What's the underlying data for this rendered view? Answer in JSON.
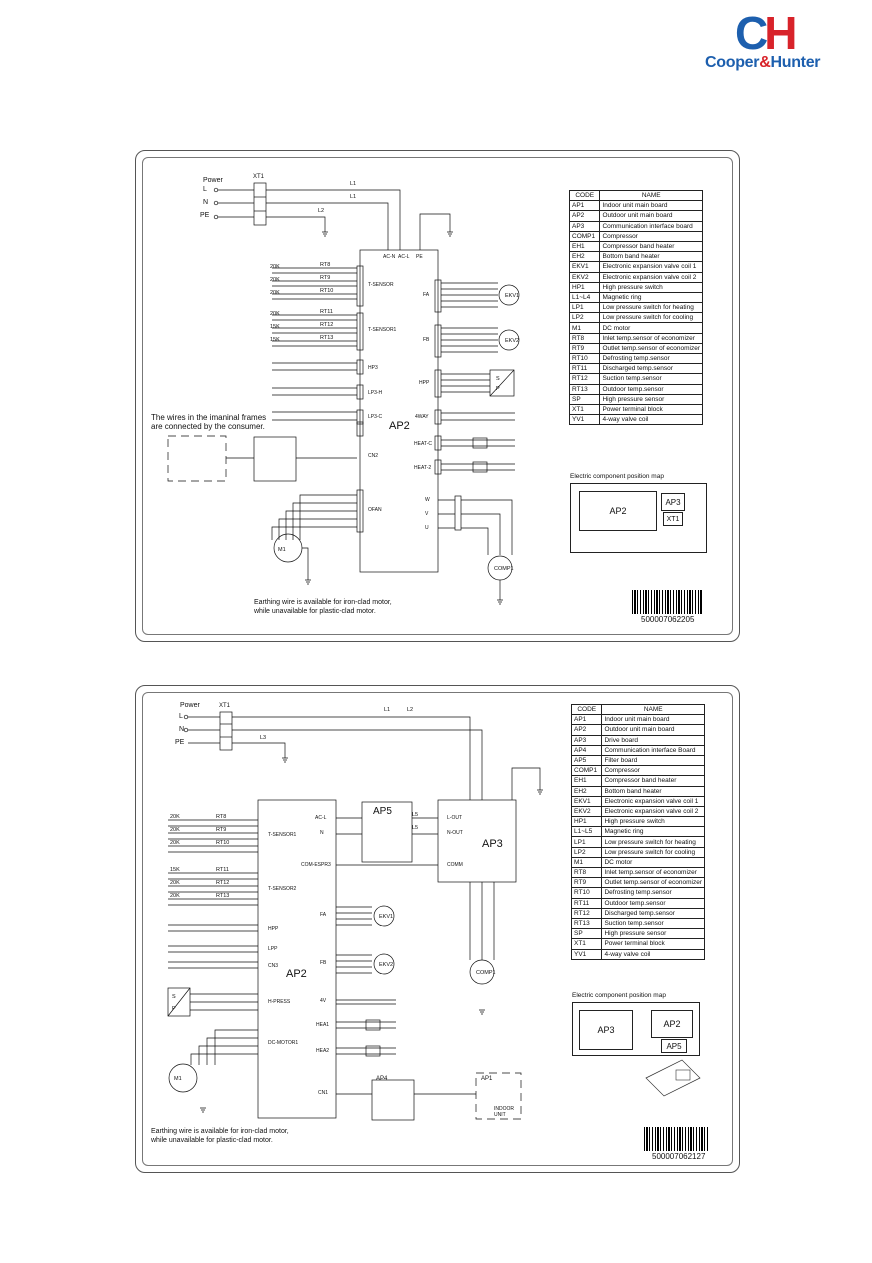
{
  "brand": {
    "mark_c": "C",
    "mark_h": "H",
    "name_part1": "Cooper",
    "name_amp": "&",
    "name_part2": "Hunter"
  },
  "diagram1": {
    "power": {
      "title": "Power",
      "L": "L",
      "N": "N",
      "PE": "PE",
      "xt1": "XT1"
    },
    "ap2": "AP2",
    "ap2_top_pins": [
      "AC-N",
      "AC-L",
      "PE"
    ],
    "left_ports": [
      "T-SENSOR",
      "T-SENSOR1",
      "HP3",
      "LP3-H",
      "LP3-C",
      "CN2",
      "OFAN"
    ],
    "right_ports": [
      "FA",
      "FB",
      "HPP",
      "4WAY",
      "HEAT-C",
      "HEAT-2"
    ],
    "uvw": [
      "W",
      "V",
      "U"
    ],
    "sensors": [
      "RT8",
      "RT9",
      "RT10",
      "RT11",
      "RT12",
      "RT13"
    ],
    "note_frames": "The wires in the imaninal frames\nare connected by the consumer.",
    "note_earth": "Earthing wire is available for iron-clad motor,\nwhile unavailable for plastic-clad motor.",
    "barcode": "500007062205",
    "position_map": {
      "title": "Electric component position map",
      "ap2": "AP2",
      "ap3": "AP3",
      "xt1": "XT1"
    },
    "table": {
      "header": [
        "CODE",
        "NAME"
      ],
      "rows": [
        [
          "AP1",
          "Indoor unit main board"
        ],
        [
          "AP2",
          "Outdoor unit main board"
        ],
        [
          "AP3",
          "Communication interface board"
        ],
        [
          "COMP1",
          "Compressor"
        ],
        [
          "EH1",
          "Compressor band heater"
        ],
        [
          "EH2",
          "Bottom band heater"
        ],
        [
          "EKV1",
          "Electronic expansion valve coil 1"
        ],
        [
          "EKV2",
          "Electronic expansion valve coil 2"
        ],
        [
          "HP1",
          "High pressure switch"
        ],
        [
          "L1~L4",
          "Magnetic ring"
        ],
        [
          "LP1",
          "Low pressure switch for heating"
        ],
        [
          "LP2",
          "Low pressure switch for cooling"
        ],
        [
          "M1",
          "DC motor"
        ],
        [
          "RT8",
          "Inlet temp.sensor of economizer"
        ],
        [
          "RT9",
          "Outlet temp.sensor of economizer"
        ],
        [
          "RT10",
          "Defrosting temp.sensor"
        ],
        [
          "RT11",
          "Discharged temp.sensor"
        ],
        [
          "RT12",
          "Suction temp.sensor"
        ],
        [
          "RT13",
          "Outdoor temp.sensor"
        ],
        [
          "SP",
          "High pressure sensor"
        ],
        [
          "XT1",
          "Power terminal block"
        ],
        [
          "YV1",
          "4-way valve coil"
        ]
      ]
    }
  },
  "diagram2": {
    "power": {
      "title": "Power",
      "L": "L",
      "N": "N",
      "PE": "PE",
      "xt1": "XT1"
    },
    "ap2": "AP2",
    "ap3": "AP3",
    "ap4": "AP4",
    "ap5": "AP5",
    "ap1": "AP1",
    "left_ports": [
      "T-SENSOR1",
      "T-SENSOR2",
      "HPP",
      "LPP",
      "CN3",
      "H-PRESS",
      "DC-MOTOR1",
      "CN1"
    ],
    "mid_ports": [
      "AC-L",
      "N",
      "COM-ESPR3",
      "FA",
      "FB",
      "4V",
      "HEA1",
      "HEA2"
    ],
    "ap3_labels": [
      "L-OUT",
      "N-OUT",
      "COMM"
    ],
    "sensors": [
      "RT8",
      "RT9",
      "RT10",
      "RT11",
      "RT12",
      "RT13"
    ],
    "indoor": "INDOOR UNIT",
    "note_earth": "Earthing wire is available for iron-clad motor,\nwhile unavailable for plastic-clad motor.",
    "barcode": "500007062127",
    "position_map": {
      "title": "Electric component position map",
      "ap3": "AP3",
      "ap2": "AP2",
      "ap5": "AP5"
    },
    "table": {
      "header": [
        "CODE",
        "NAME"
      ],
      "rows": [
        [
          "AP1",
          "Indoor unit main board"
        ],
        [
          "AP2",
          "Outdoor unit main board"
        ],
        [
          "AP3",
          "Drive board"
        ],
        [
          "AP4",
          "Communication interface Board"
        ],
        [
          "AP5",
          "Filter  board"
        ],
        [
          "COMP1",
          "Compressor"
        ],
        [
          "EH1",
          "Compressor band heater"
        ],
        [
          "EH2",
          "Bottom band heater"
        ],
        [
          "EKV1",
          "Electronic expansion valve coil 1"
        ],
        [
          "EKV2",
          "Electronic expansion valve coil 2"
        ],
        [
          "HP1",
          "High pressure switch"
        ],
        [
          "L1~L5",
          "Magnetic ring"
        ],
        [
          "LP1",
          "Low pressure switch for heating"
        ],
        [
          "LP2",
          "Low pressure switch for cooling"
        ],
        [
          "M1",
          "DC motor"
        ],
        [
          "RT8",
          "Inlet temp.sensor of economizer"
        ],
        [
          "RT9",
          "Outlet temp.sensor of economizer"
        ],
        [
          "RT10",
          "Defrosting temp.sensor"
        ],
        [
          "RT11",
          "Outdoor temp.sensor"
        ],
        [
          "RT12",
          "Discharged temp.sensor"
        ],
        [
          "RT13",
          "Suction temp.sensor"
        ],
        [
          "SP",
          "High pressure sensor"
        ],
        [
          "XT1",
          "Power terminal block"
        ],
        [
          "YV1",
          "4-way valve coil"
        ]
      ]
    }
  }
}
